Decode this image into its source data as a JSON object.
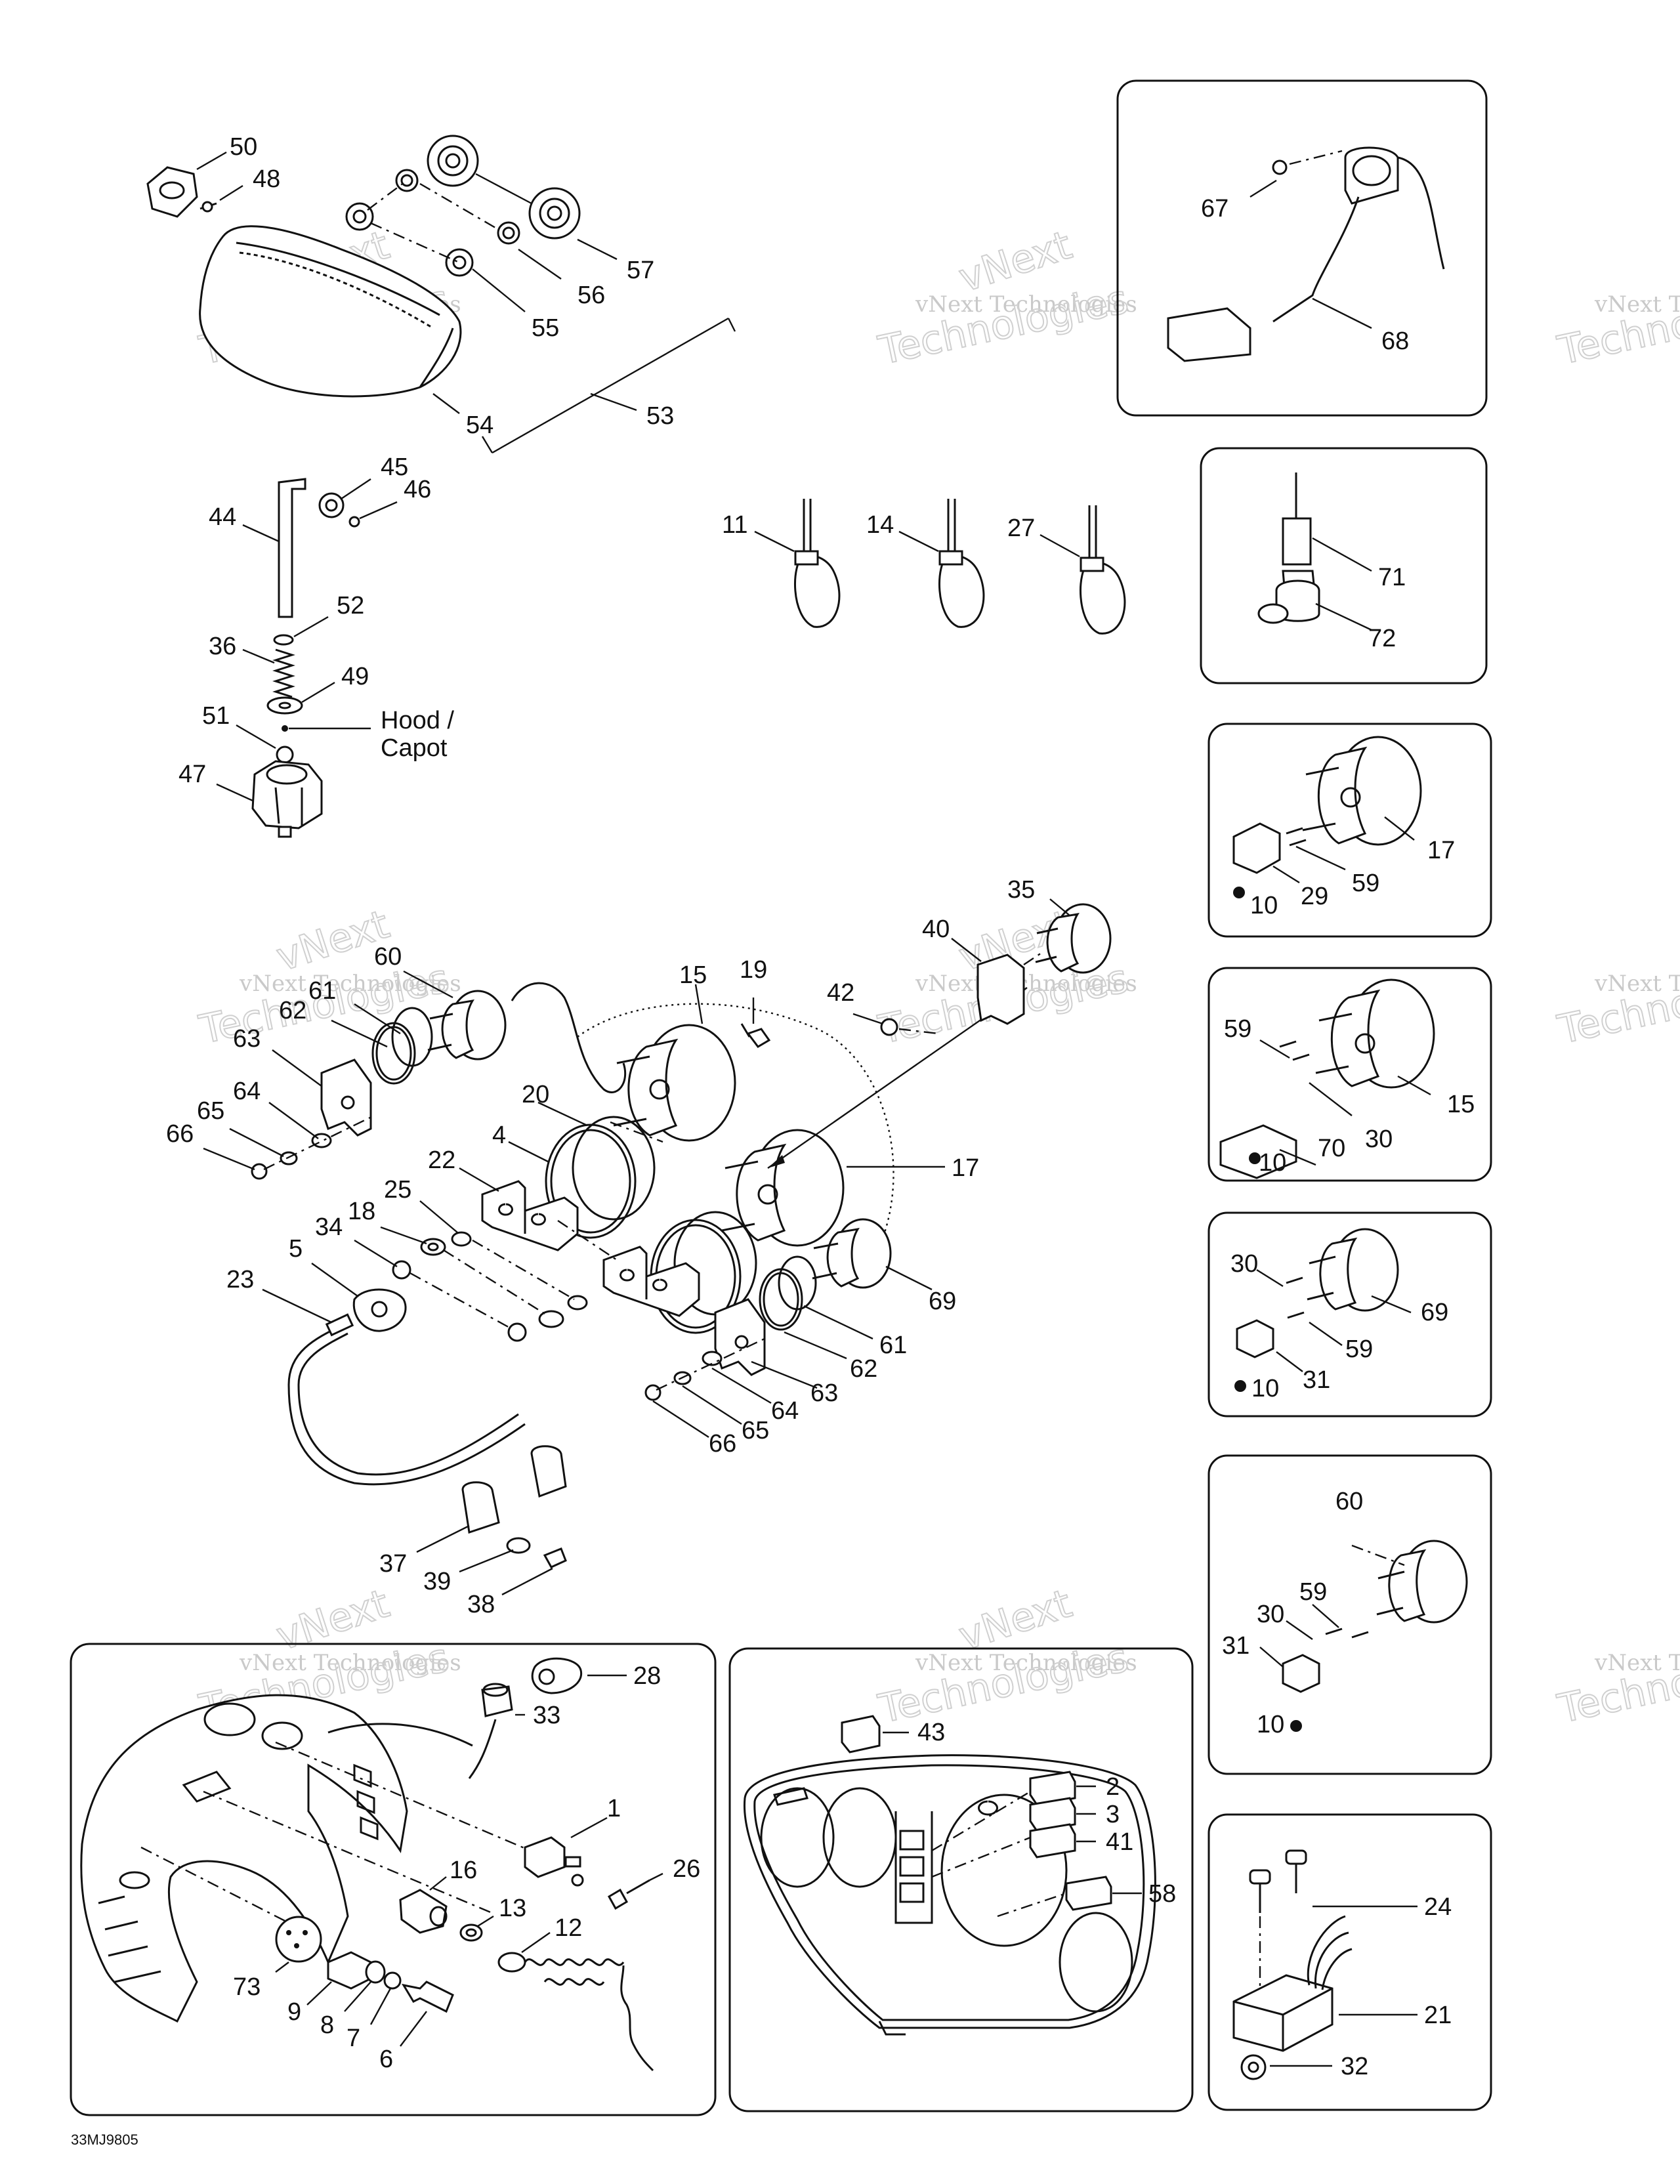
{
  "diagram": {
    "code": "33MJ9805",
    "watermark_line1": "vNext Technologies",
    "watermark_line2": "vNext",
    "watermark_line3": "Technologies",
    "hood_label_1": "Hood /",
    "hood_label_2": "Capot",
    "callouts": {
      "c50": "50",
      "c48": "48",
      "c57": "57",
      "c56": "56",
      "c55": "55",
      "c54": "54",
      "c53": "53",
      "c45": "45",
      "c46": "46",
      "c44": "44",
      "c52": "52",
      "c36": "36",
      "c49": "49",
      "c51": "51",
      "c47": "47",
      "c11": "11",
      "c14": "14",
      "c27": "27",
      "c67": "67",
      "c68": "68",
      "c71": "71",
      "c72": "72",
      "b1_17": "17",
      "b1_59": "59",
      "b1_29": "29",
      "b1_10": "10",
      "b2_59": "59",
      "b2_15": "15",
      "b2_30": "30",
      "b2_70": "70",
      "b2_10": "10",
      "b3_30": "30",
      "b3_69": "69",
      "b3_59": "59",
      "b3_31": "31",
      "b3_10": "10",
      "b4_60": "60",
      "b4_59": "59",
      "b4_30": "30",
      "b4_31": "31",
      "b4_10": "10",
      "b5_24": "24",
      "b5_21": "21",
      "b5_32": "32",
      "m60": "60",
      "m61a": "61",
      "m62a": "62",
      "m63a": "63",
      "m64a": "64",
      "m65a": "65",
      "m66a": "66",
      "m15": "15",
      "m19": "19",
      "m42": "42",
      "m40": "40",
      "m35": "35",
      "m20": "20",
      "m4": "4",
      "m17": "17",
      "m22": "22",
      "m25": "25",
      "m18": "18",
      "m34": "34",
      "m5": "5",
      "m23": "23",
      "m69": "69",
      "m61b": "61",
      "m62b": "62",
      "m63b": "63",
      "m64b": "64",
      "m65b": "65",
      "m66b": "66",
      "m37": "37",
      "m39": "39",
      "m38": "38",
      "l28": "28",
      "l33": "33",
      "l1": "1",
      "l26": "26",
      "l16": "16",
      "l13": "13",
      "l12": "12",
      "l73": "73",
      "l9": "9",
      "l8": "8",
      "l7": "7",
      "l6": "6",
      "r43": "43",
      "r2": "2",
      "r3": "3",
      "r41": "41",
      "r58": "58"
    }
  }
}
